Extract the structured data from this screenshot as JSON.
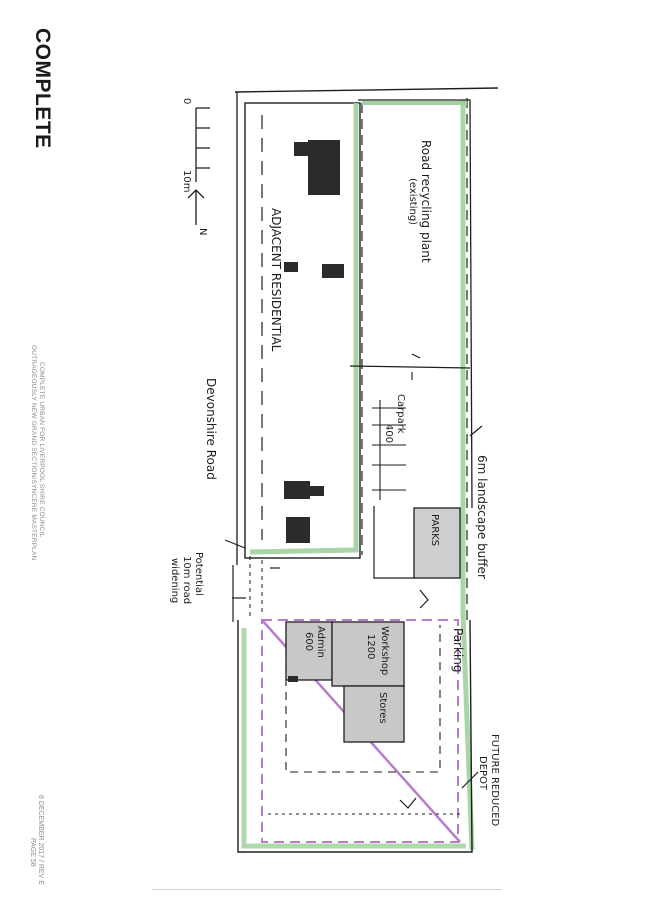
{
  "brand": "COMPLETE",
  "client_line1": "COMPLETE URBAN FOR LIVERPOOL SHIRE COUNCIL",
  "client_line2": "OUTRAGEOUSLY NEW GRAND SECTION/SYNCERE MASTERPLAN",
  "footer_date": "8 DECEMBER 2017 / REV E",
  "footer_page": "PAGE 58",
  "labels": {
    "recycling": "Road recycling plant",
    "recycling_sub": "(existing)",
    "residential": "ADJACENT RESIDENTIAL",
    "road": "Devonshire Road",
    "carpark": "Carpark",
    "carpark_count": "400",
    "buffer": "6m landscape buffer",
    "parks": "PARKS",
    "potential": "Potential",
    "potential2": "10m road",
    "potential3": "widening",
    "workshop": "Workshop",
    "workshop_area": "1200",
    "admin": "Admin",
    "admin_area": "600",
    "stores": "Stores",
    "parking": "Parking",
    "depot1": "FUTURE REDUCED",
    "depot2": "DEPOT",
    "scale_zero": "0",
    "scale_ten": "10m",
    "north": "N"
  },
  "colors": {
    "ink": "#1e1e1e",
    "landscape": "#9fd29c",
    "boundary": "#b77ccc",
    "building_fill": "#c8c8c8",
    "dark_building": "#2b2b2b"
  }
}
